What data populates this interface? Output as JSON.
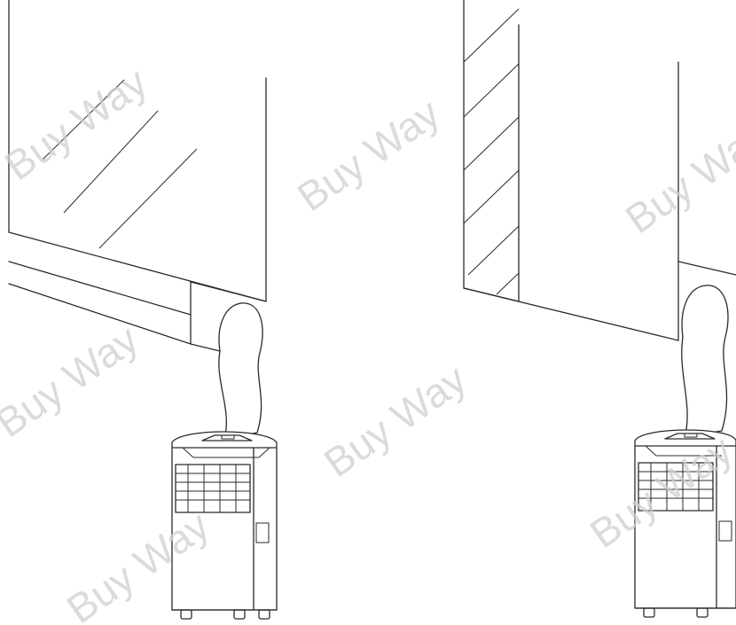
{
  "figure": {
    "panels": [
      "left-window-install",
      "right-door-install"
    ]
  },
  "watermark": {
    "text": "Buy Way",
    "color": "#cfcfcf"
  },
  "colors": {
    "line": "#2a2a2a",
    "background": "#ffffff"
  }
}
